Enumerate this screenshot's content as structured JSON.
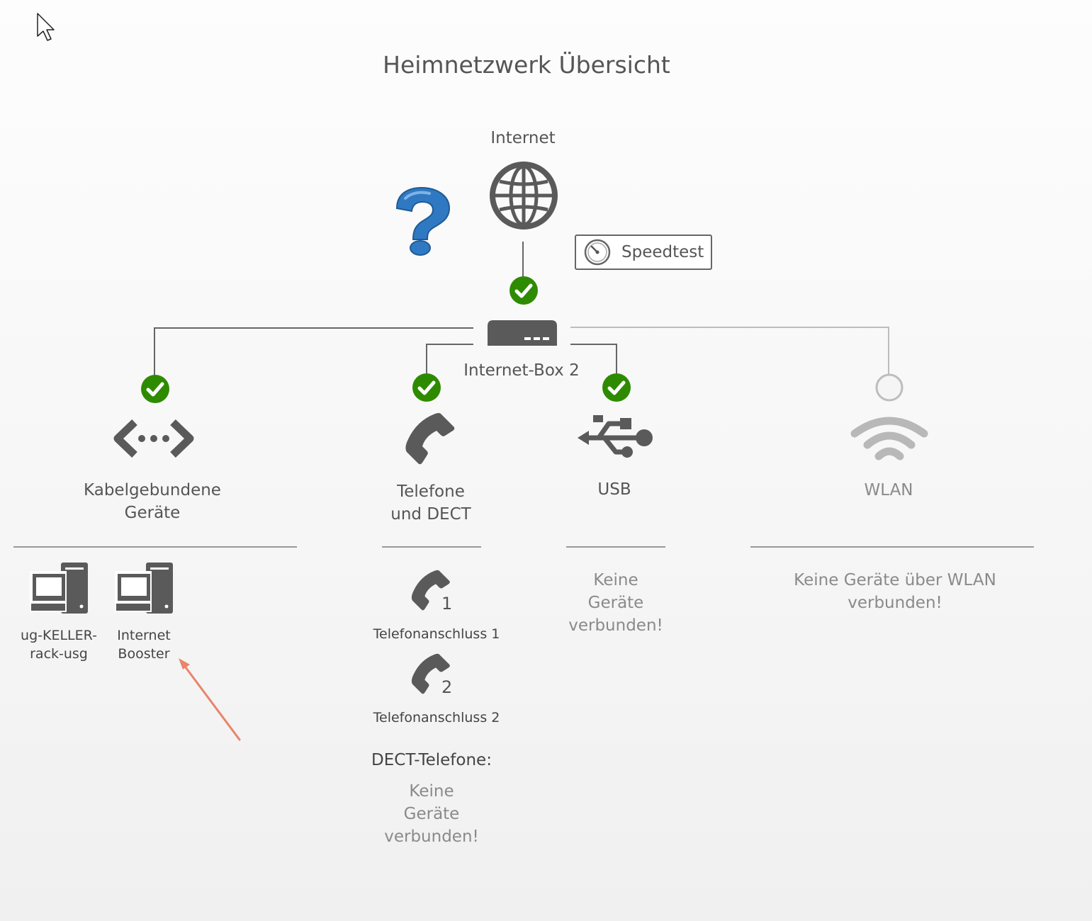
{
  "page": {
    "title": "Heimnetzwerk Übersicht"
  },
  "internet": {
    "label": "Internet"
  },
  "speedtest": {
    "label": "Speedtest"
  },
  "router": {
    "label": "Internet-Box 2"
  },
  "categories": {
    "wired": {
      "label_line1": "Kabelgebundene",
      "label_line2": "Geräte",
      "status": "connected"
    },
    "phones": {
      "label_line1": "Telefone",
      "label_line2": "und DECT",
      "status": "connected"
    },
    "usb": {
      "label": "USB",
      "status": "connected",
      "empty_line1": "Keine",
      "empty_line2": "Geräte",
      "empty_line3": "verbunden!"
    },
    "wlan": {
      "label": "WLAN",
      "status": "disconnected",
      "empty_line1": "Keine Geräte über WLAN",
      "empty_line2": "verbunden!"
    }
  },
  "wired_devices": [
    {
      "name_line1": "ug-KELLER-",
      "name_line2": "rack-usg"
    },
    {
      "name_line1": "Internet",
      "name_line2": "Booster"
    }
  ],
  "phone_ports": [
    {
      "number": "1",
      "label": "Telefonanschluss 1"
    },
    {
      "number": "2",
      "label": "Telefonanschluss 2"
    }
  ],
  "dect": {
    "heading": "DECT-Telefone:",
    "empty_line1": "Keine",
    "empty_line2": "Geräte",
    "empty_line3": "verbunden!"
  },
  "colors": {
    "ok_green": "#2e8b00",
    "icon_gray": "#5a5a5a",
    "muted_gray": "#b8b8b8",
    "help_blue": "#2f79c2",
    "annotation_arrow": "#e8856a"
  },
  "icons": {
    "help": "question-mark-icon",
    "internet": "globe-icon",
    "speedtest": "gauge-icon",
    "router": "router-icon",
    "wired": "ethernet-icon",
    "phones": "phone-icon",
    "usb": "usb-icon",
    "wlan": "wifi-icon",
    "device": "desktop-computer-icon"
  }
}
